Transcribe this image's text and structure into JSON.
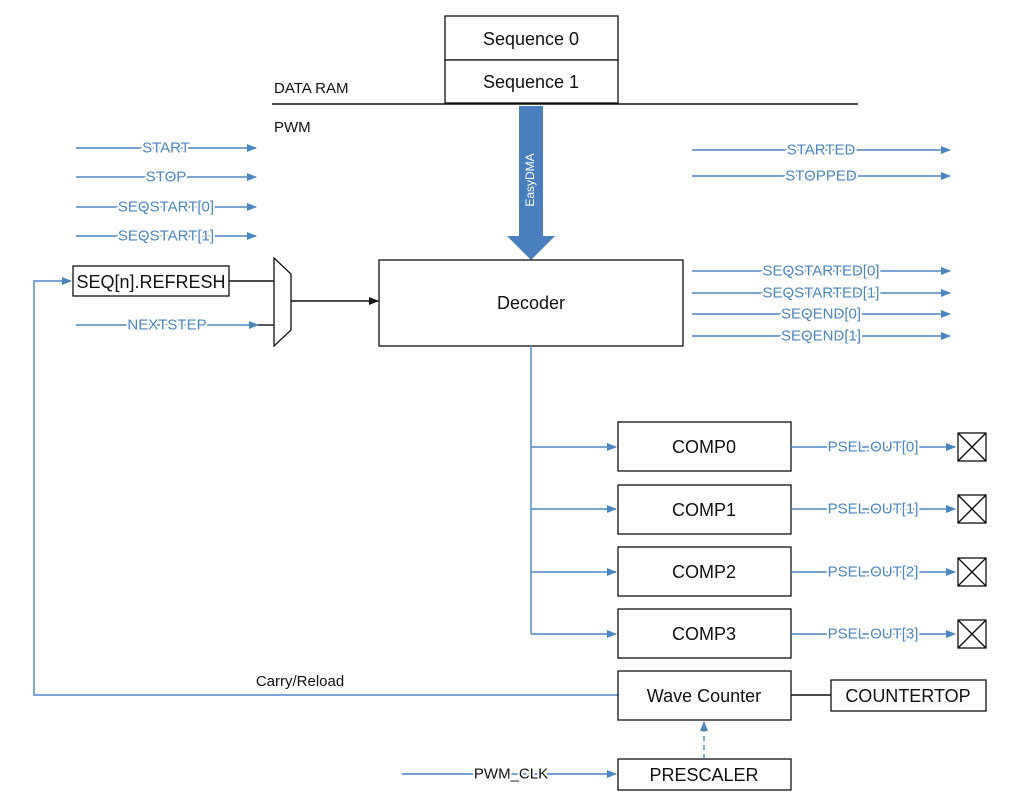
{
  "memory": {
    "sequence0": "Sequence 0",
    "sequence1": "Sequence 1",
    "data_ram": "DATA RAM",
    "pwm": "PWM",
    "easydma": "EasyDMA"
  },
  "tasks": {
    "start": "START",
    "stop": "STOP",
    "seqstart0": "SEQSTART[0]",
    "seqstart1": "SEQSTART[1]",
    "nextstep": "NEXTSTEP"
  },
  "events": {
    "started": "STARTED",
    "stopped": "STOPPED",
    "seqstarted0": "SEQSTARTED[0]",
    "seqstarted1": "SEQSTARTED[1]",
    "seqend0": "SEQEND[0]",
    "seqend1": "SEQEND[1]"
  },
  "blocks": {
    "seq_refresh": "SEQ[n].REFRESH",
    "decoder": "Decoder",
    "comp0": "COMP0",
    "comp1": "COMP1",
    "comp2": "COMP2",
    "comp3": "COMP3",
    "wave_counter": "Wave Counter",
    "countertop": "COUNTERTOP",
    "prescaler": "PRESCALER"
  },
  "outputs": {
    "psel0": "PSEL.OUT[0]",
    "psel1": "PSEL.OUT[1]",
    "psel2": "PSEL.OUT[2]",
    "psel3": "PSEL.OUT[3]"
  },
  "signals": {
    "carry_reload": "Carry/Reload",
    "pwm_clk": "PWM_CLK"
  },
  "colors": {
    "signal_blue": "#4a86c0",
    "dma_arrow": "#4a7fbd",
    "line_black": "#111111"
  }
}
